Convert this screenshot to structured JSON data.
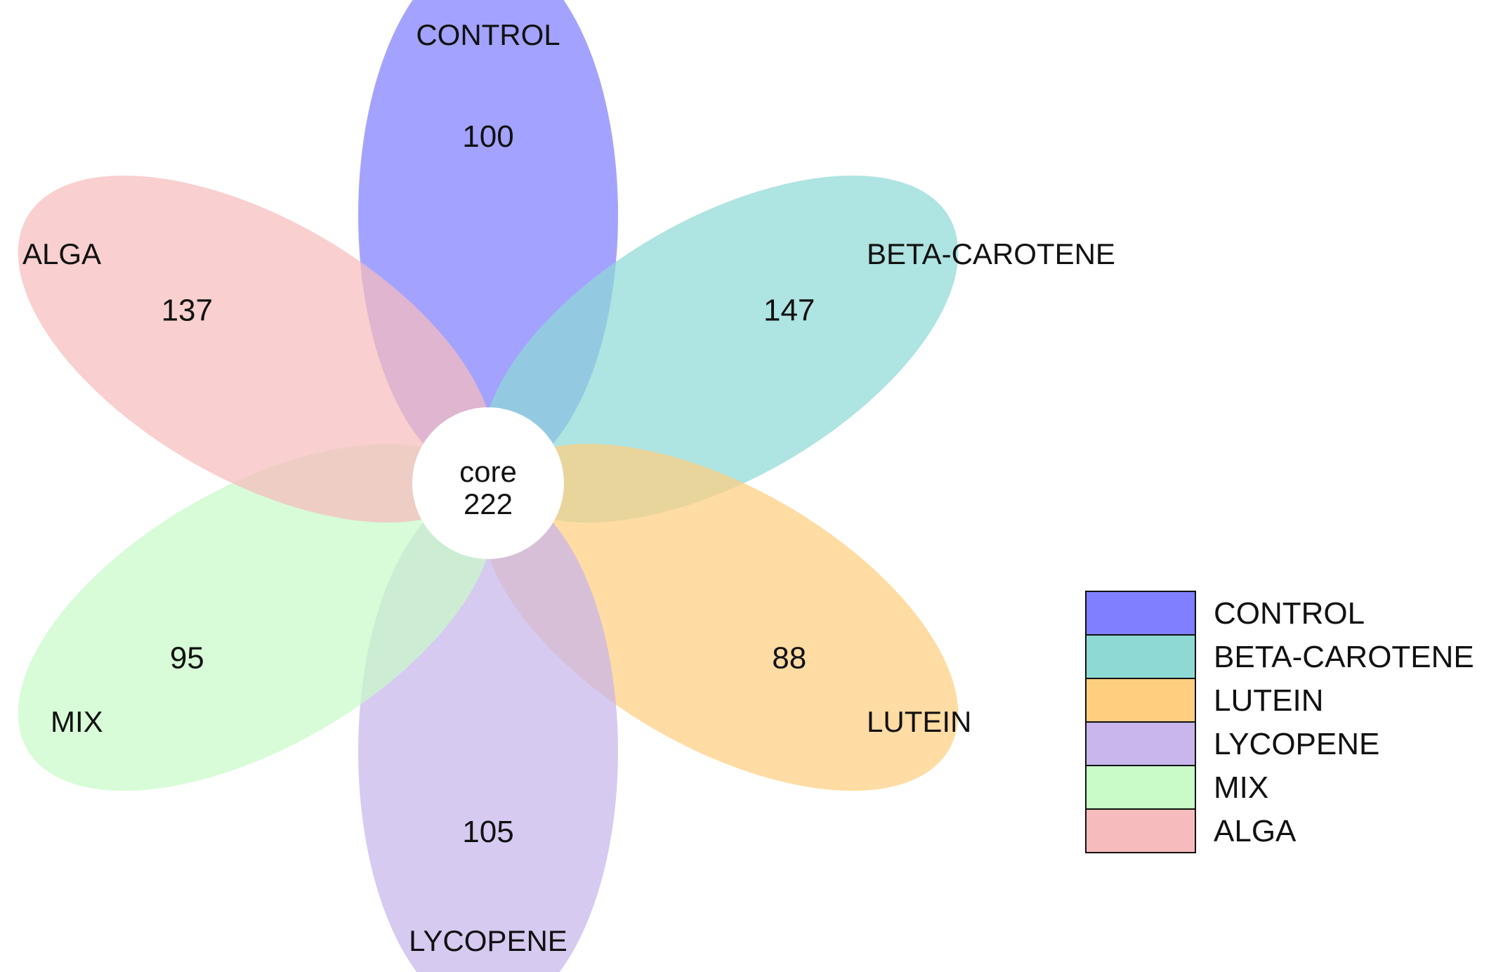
{
  "petals": [
    {
      "name": "CONTROL",
      "count": "100",
      "color": "#7f7fff"
    },
    {
      "name": "BETA-CAROTENE",
      "count": "147",
      "color": "#8fd9d5"
    },
    {
      "name": "LUTEIN",
      "count": "88",
      "color": "#ffcf7f"
    },
    {
      "name": "LYCOPENE",
      "count": "105",
      "color": "#c8b6ec"
    },
    {
      "name": "MIX",
      "count": "95",
      "color": "#c8fbc8"
    },
    {
      "name": "ALGA",
      "count": "137",
      "color": "#f6bcbd"
    }
  ],
  "core": {
    "label": "core",
    "count": "222"
  },
  "legend": {
    "items": [
      "CONTROL",
      "BETA-CAROTENE",
      "LUTEIN",
      "LYCOPENE",
      "MIX",
      "ALGA"
    ]
  }
}
